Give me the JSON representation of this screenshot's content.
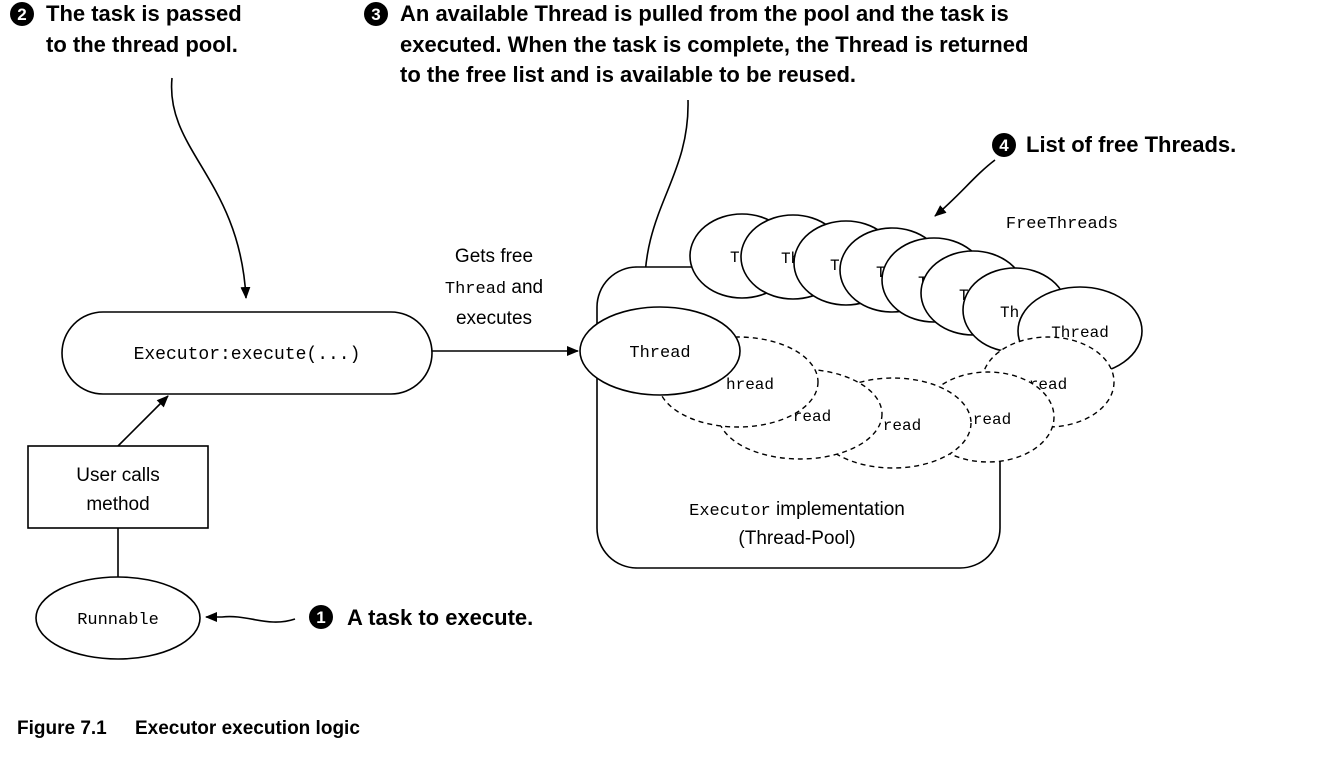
{
  "callouts": {
    "c1": {
      "number": "1",
      "text": "A task to execute."
    },
    "c2": {
      "number": "2",
      "lines": [
        "The task is passed",
        "to the thread pool."
      ]
    },
    "c3": {
      "number": "3",
      "lines": [
        "An available Thread is pulled from the pool and the task is",
        "executed. When the task is complete, the Thread is returned",
        "to the free list and is available to be reused."
      ]
    },
    "c4": {
      "number": "4",
      "text": "List of free Threads."
    }
  },
  "nodes": {
    "executor_call": "Executor:execute(...)",
    "user_calls": [
      "User calls",
      "method"
    ],
    "runnable": "Runnable",
    "active_thread": "Thread",
    "free_threads_label": "FreeThreads",
    "pool_label_code": "Executor",
    "pool_label_text": " implementation",
    "pool_label_line2": "(Thread-Pool)"
  },
  "edge_label": {
    "line1": "Gets free",
    "line2_code": "Thread",
    "line2_text": " and",
    "line3": "executes"
  },
  "free_thread_labels": [
    "Th",
    "Th",
    "Th",
    "Th",
    "Th",
    "Th",
    "Th",
    "Thread"
  ],
  "busy_thread_labels": [
    "hread",
    "read",
    "read",
    "read",
    "read"
  ],
  "caption": {
    "number": "Figure 7.1",
    "title": "Executor execution logic"
  }
}
